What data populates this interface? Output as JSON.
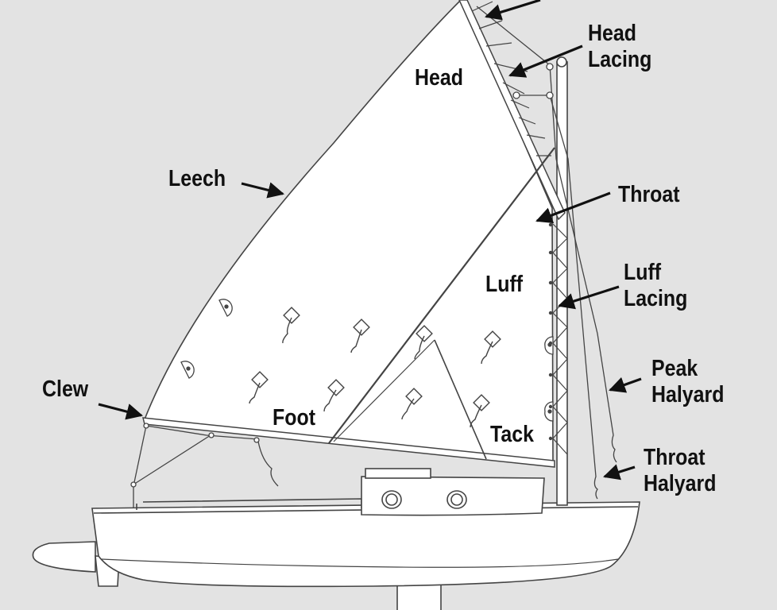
{
  "diagram": {
    "colors": {
      "background": "#e3e3e3",
      "sail_fill": "#ffffff",
      "outline": "#444444",
      "arrow": "#111111",
      "label": "#111111"
    },
    "labels": {
      "head": "Head",
      "head_lacing_line1": "Head",
      "head_lacing_line2": "Lacing",
      "leech": "Leech",
      "throat": "Throat",
      "luff": "Luff",
      "luff_lacing_line1": "Luff",
      "luff_lacing_line2": "Lacing",
      "peak_halyard_line1": "Peak",
      "peak_halyard_line2": "Halyard",
      "clew": "Clew",
      "foot": "Foot",
      "tack": "Tack",
      "throat_halyard_line1": "Throat",
      "throat_halyard_line2": "Halyard"
    }
  }
}
